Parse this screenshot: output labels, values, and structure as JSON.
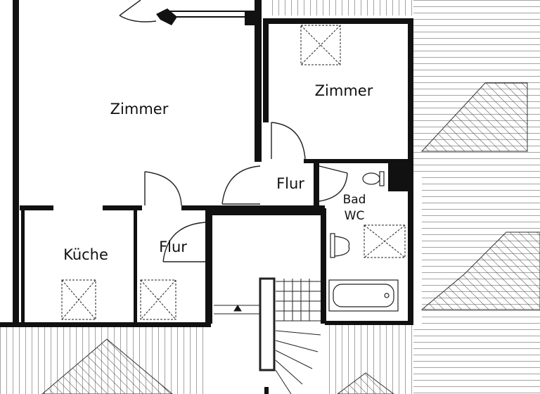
{
  "plan": {
    "rooms": {
      "zimmer_large": "Zimmer",
      "zimmer_small": "Zimmer",
      "flur_upper": "Flur",
      "flur_lower": "Flur",
      "kueche": "Küche",
      "bad_line1": "Bad",
      "bad_line2": "WC"
    }
  },
  "colors": {
    "wall": "#111111",
    "line": "#222222",
    "paper": "#ffffff"
  }
}
